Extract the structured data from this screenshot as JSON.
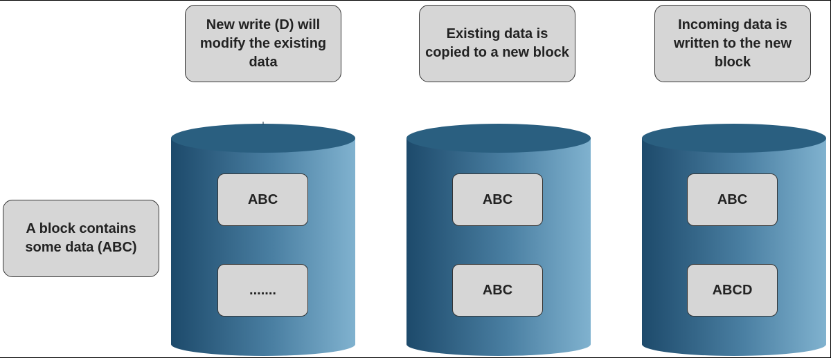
{
  "colors": {
    "cylinder_dark": "#1d4a6b",
    "cylinder_light": "#7fb0cd",
    "cylinder_top": "#2a5f80",
    "box_fill": "#d6d6d6",
    "box_border": "#333333"
  },
  "steps": [
    {
      "callout": "New write (D) will modify the existing data",
      "blocks": [
        "ABC",
        "......."
      ]
    },
    {
      "callout": "Existing data is copied to a new block",
      "blocks": [
        "ABC",
        "ABC"
      ]
    },
    {
      "callout": "Incoming data is written to the new block",
      "blocks": [
        "ABC",
        "ABCD"
      ]
    }
  ],
  "side_note": "A block contains some data (ABC)"
}
